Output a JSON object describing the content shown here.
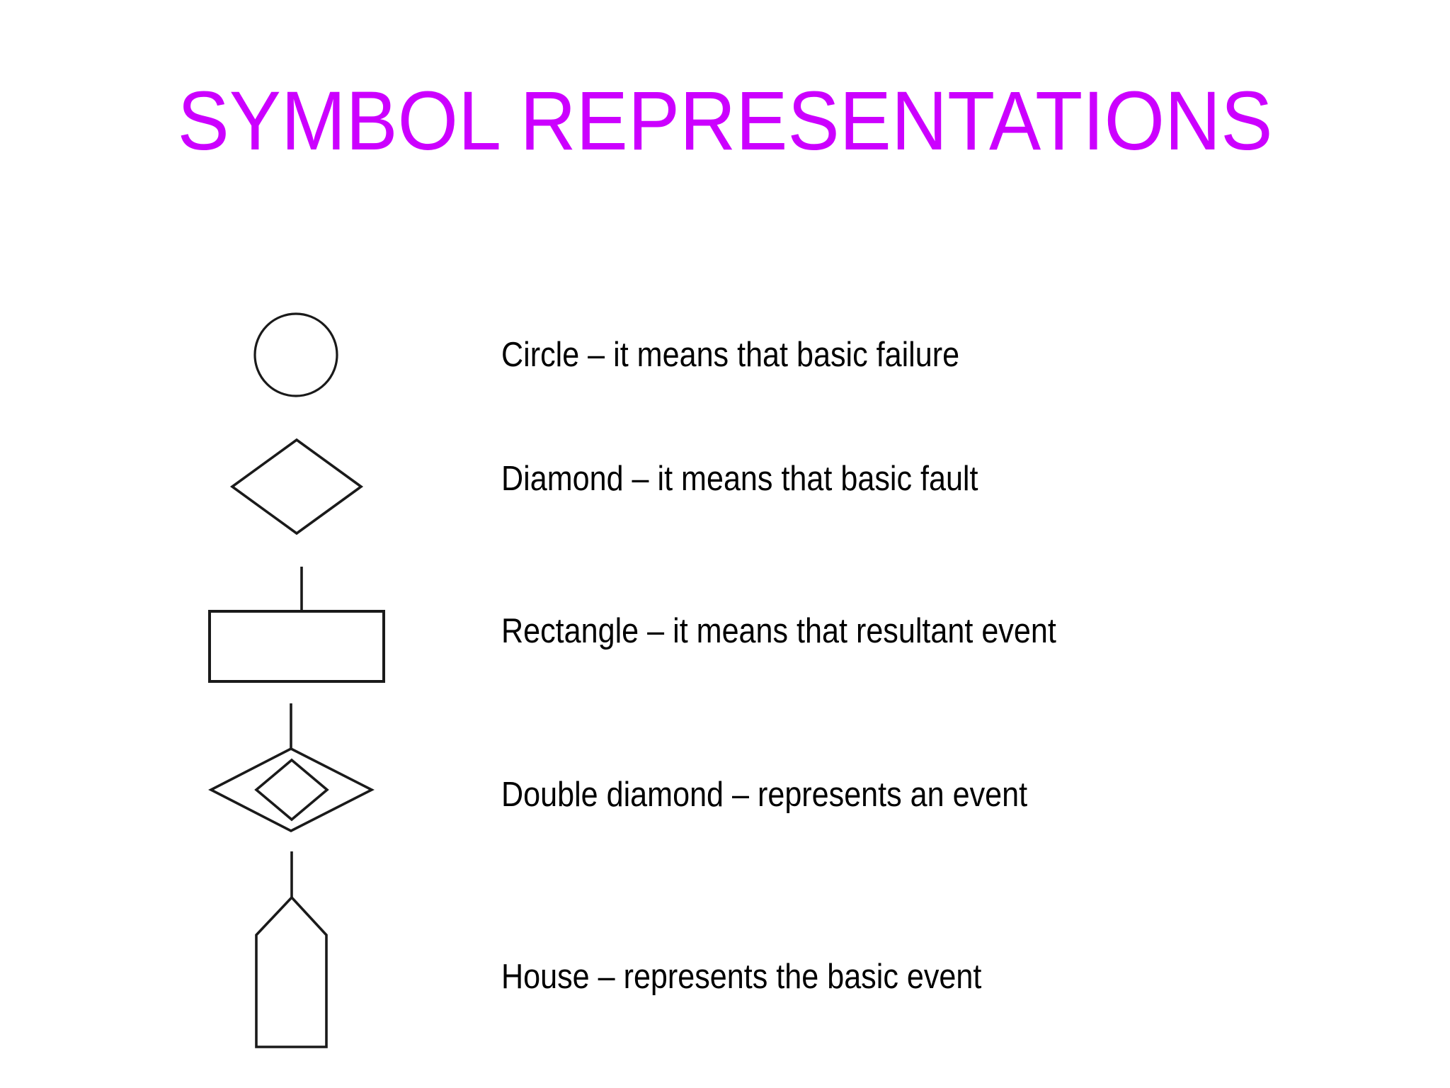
{
  "slide": {
    "title": "SYMBOL REPRESENTATIONS",
    "title_color": "#cc00ff",
    "background_color": "#ffffff",
    "stroke_color": "#1a1a1a",
    "text_color": "#000000"
  },
  "legend": {
    "rows": [
      {
        "symbol": "circle",
        "symbol_label": "Circle",
        "text": "Circle – it means that basic failure"
      },
      {
        "symbol": "diamond",
        "symbol_label": "Diamond",
        "text": "Diamond – it means that basic fault"
      },
      {
        "symbol": "rectangle",
        "symbol_label": "Rectangle",
        "text": "Rectangle – it means that resultant event"
      },
      {
        "symbol": "double-diamond",
        "symbol_label": "Double diamond",
        "text": "Double diamond – represents an event"
      },
      {
        "symbol": "house",
        "symbol_label": "House",
        "text": "House – represents the basic event"
      }
    ]
  }
}
